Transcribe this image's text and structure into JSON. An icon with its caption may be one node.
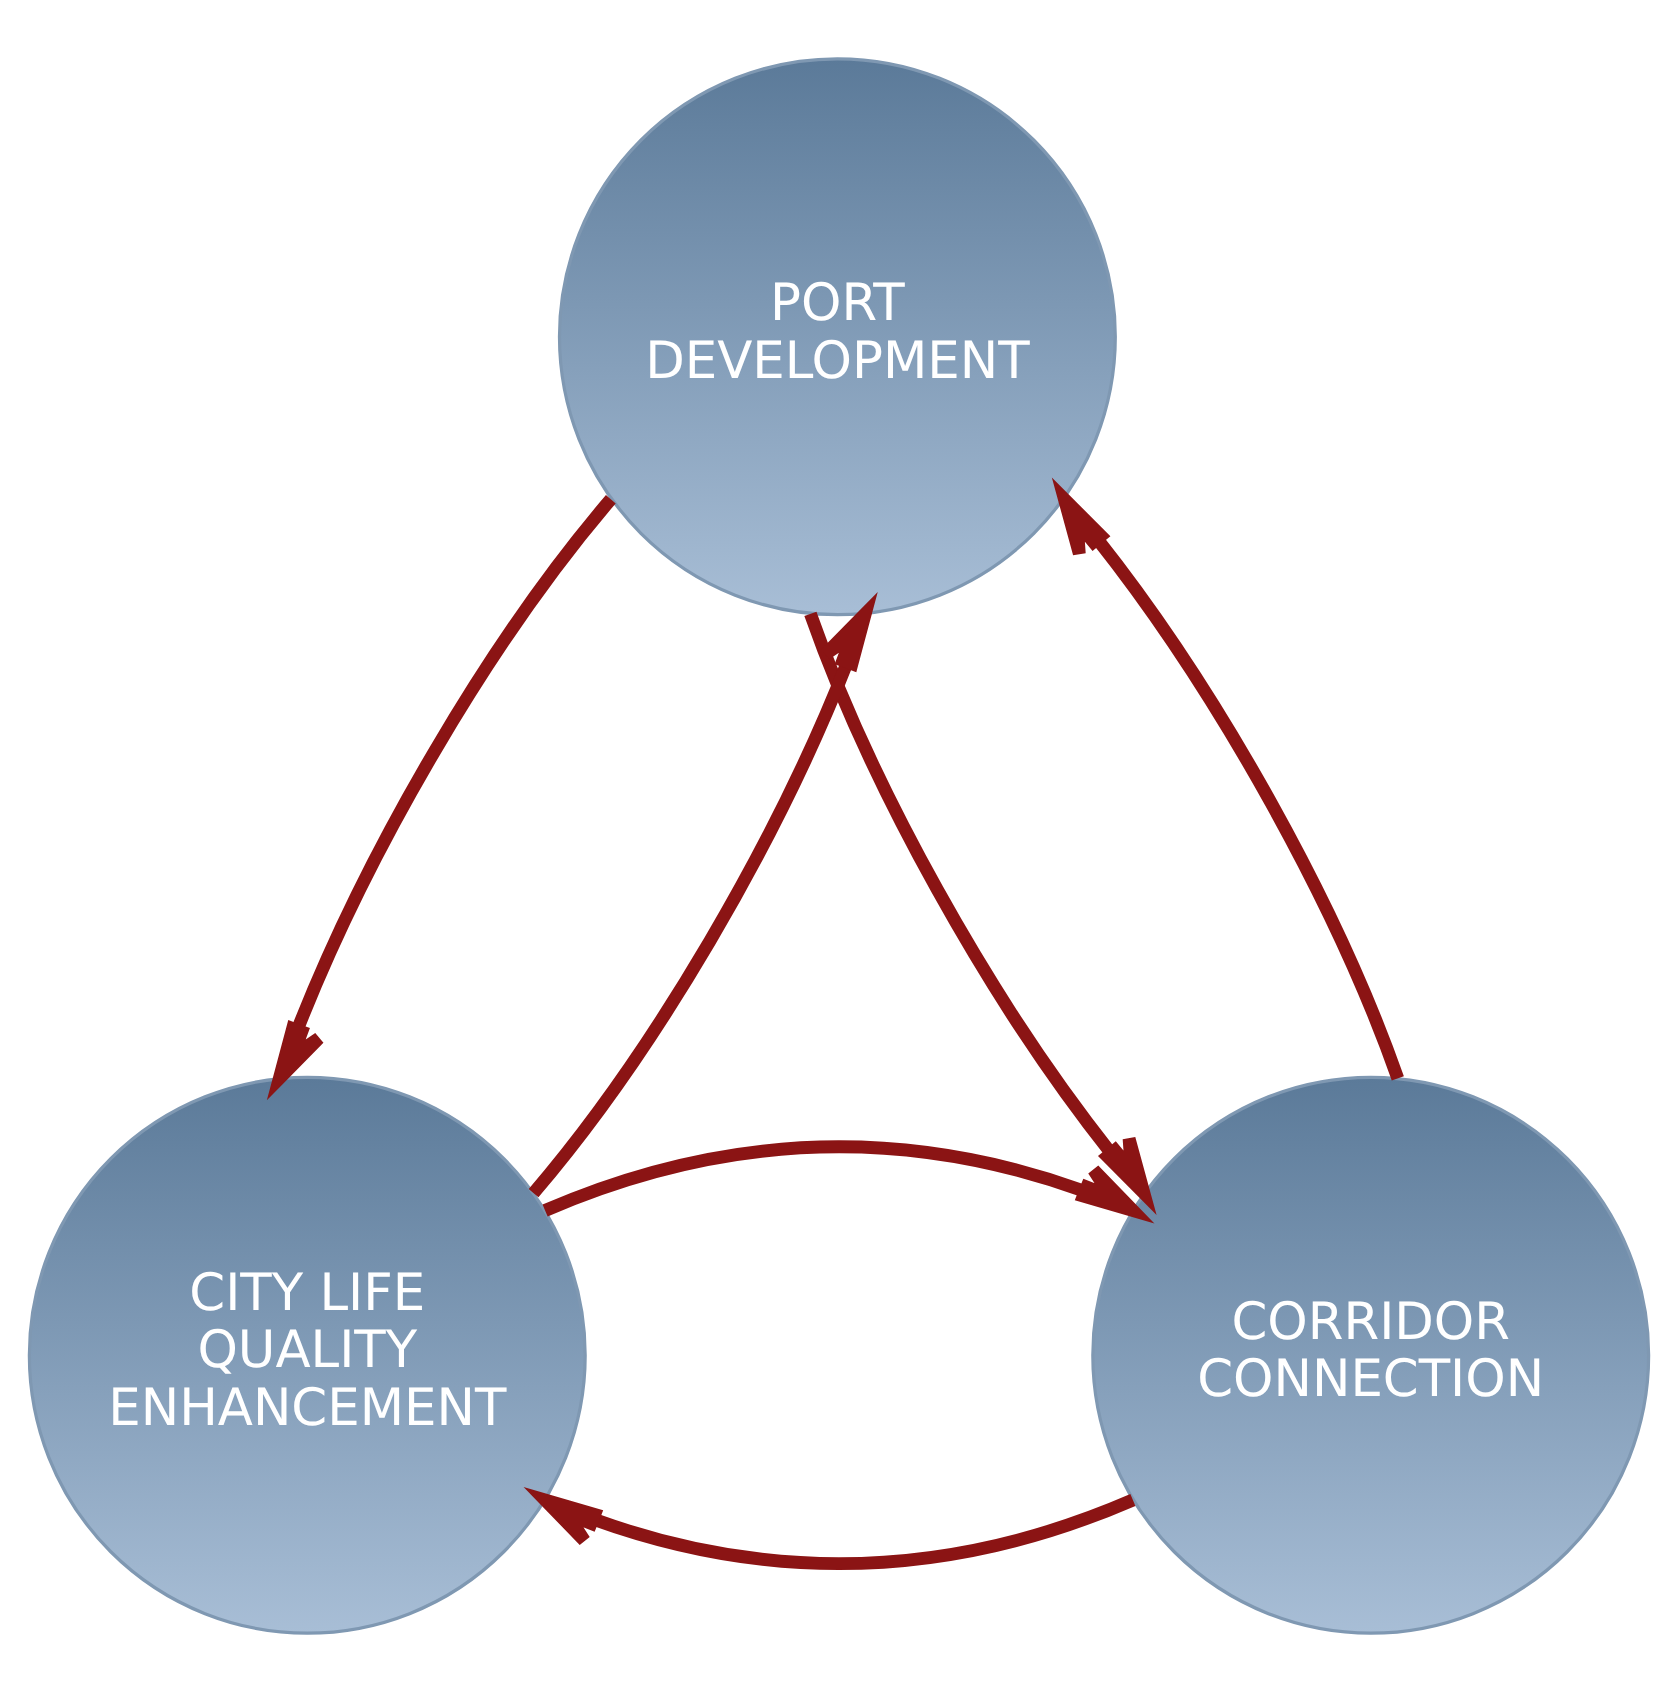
{
  "diagram": {
    "nodes": [
      {
        "text": [
          "PORT DEVELOPMENT"
        ]
      },
      {
        "text": [
          "CITY LIFE QUALITY ENHANCEMENT"
        ]
      },
      {
        "text": [
          "CORRIDOR CONNECTION"
        ]
      }
    ],
    "edges": [
      {
        "from": 0,
        "to": 2,
        "arrow": "to"
      },
      {
        "from": 2,
        "to": 0,
        "arrow": "to"
      },
      {
        "from": 2,
        "to": 1,
        "arrow": "to"
      },
      {
        "from": 1,
        "to": 2,
        "arrow": "to"
      },
      {
        "from": 0,
        "to": 1,
        "arrow": "to"
      },
      {
        "from": 1,
        "to": 0,
        "arrow": "to"
      }
    ]
  }
}
